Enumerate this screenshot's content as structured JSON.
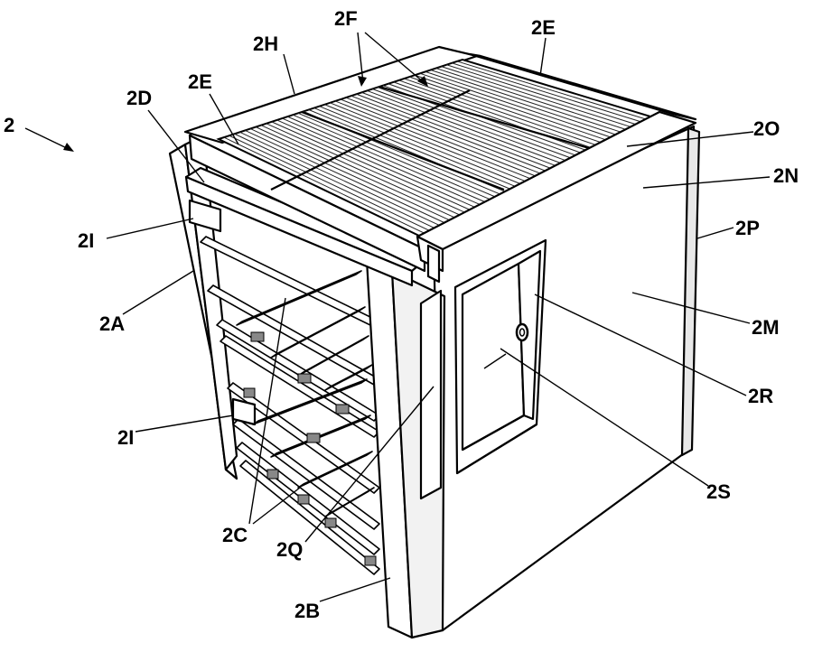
{
  "figure": {
    "labels": {
      "l2": "2",
      "l2H": "2H",
      "l2F": "2F",
      "l2E_top": "2E",
      "l2E_left": "2E",
      "l2D": "2D",
      "l2O": "2O",
      "l2N": "2N",
      "l2P": "2P",
      "l2M": "2M",
      "l2I_top": "2I",
      "l2I_bottom": "2I",
      "l2A": "2A",
      "l2R": "2R",
      "l2S": "2S",
      "l2C": "2C",
      "l2Q": "2Q",
      "l2B": "2B"
    }
  }
}
